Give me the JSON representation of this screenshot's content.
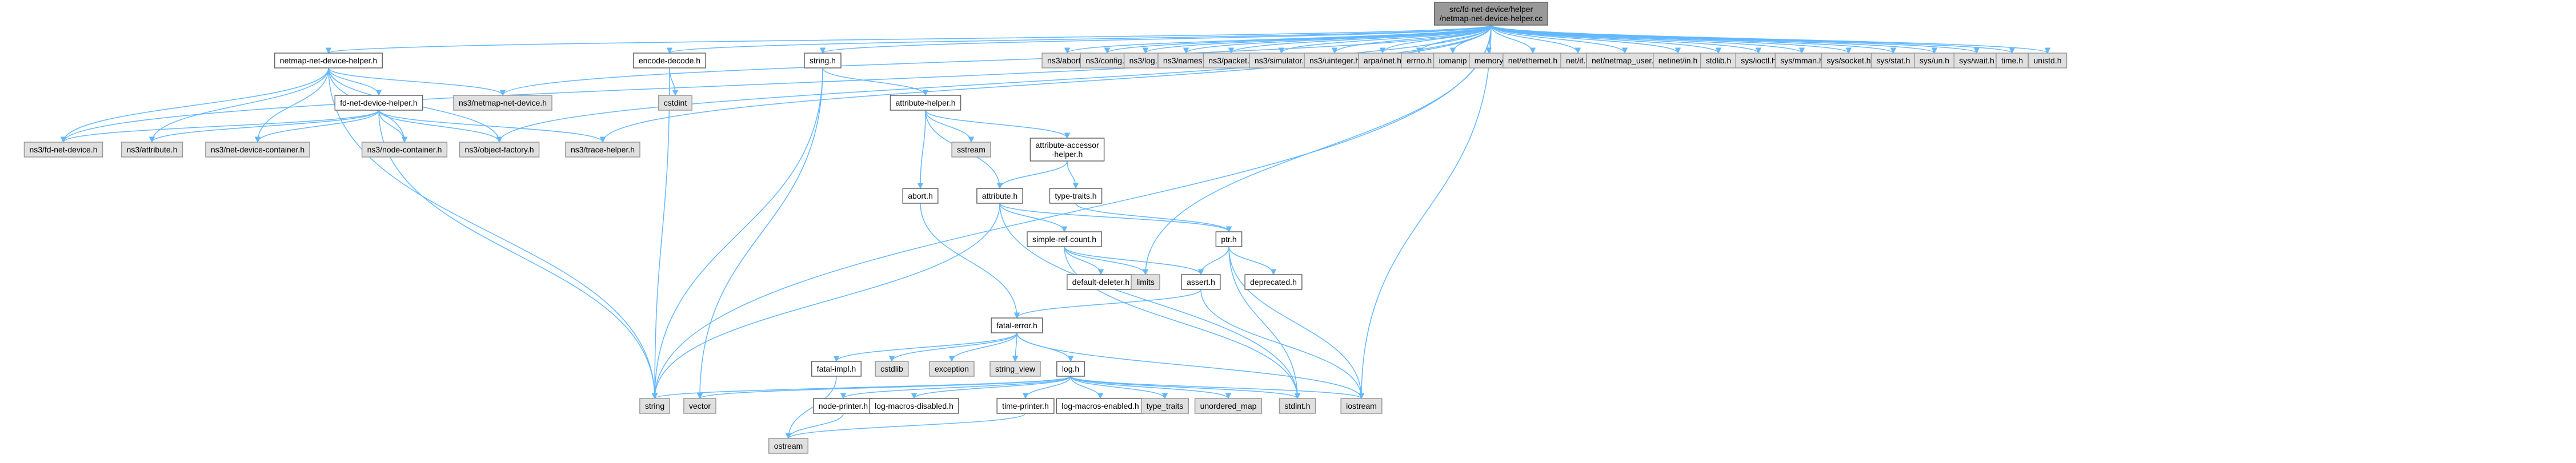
{
  "graph": {
    "title": "",
    "colors": {
      "edge": "#63b8ff",
      "root_fill": "#999999",
      "header_fill": "#e0e0e0",
      "node_fill": "#ffffff",
      "border": "#666666"
    },
    "nodes": [
      {
        "id": "root",
        "label": "src/fd-net-device/helper\n/netmap-net-device-helper.cc",
        "kind": "root"
      },
      {
        "id": "netmap_helper_h",
        "label": "netmap-net-device-helper.h",
        "kind": "file"
      },
      {
        "id": "encode_decode",
        "label": "encode-decode.h",
        "kind": "file"
      },
      {
        "id": "string_h",
        "label": "string.h",
        "kind": "file"
      },
      {
        "id": "ns3_abort",
        "label": "ns3/abort.h",
        "kind": "system"
      },
      {
        "id": "ns3_config",
        "label": "ns3/config.h",
        "kind": "system"
      },
      {
        "id": "ns3_log",
        "label": "ns3/log.h",
        "kind": "system"
      },
      {
        "id": "ns3_names",
        "label": "ns3/names.h",
        "kind": "system"
      },
      {
        "id": "ns3_packet",
        "label": "ns3/packet.h",
        "kind": "system"
      },
      {
        "id": "ns3_simulator",
        "label": "ns3/simulator.h",
        "kind": "system"
      },
      {
        "id": "ns3_uinteger",
        "label": "ns3/uinteger.h",
        "kind": "system"
      },
      {
        "id": "arpa_inet",
        "label": "arpa/inet.h",
        "kind": "system"
      },
      {
        "id": "errno",
        "label": "errno.h",
        "kind": "system"
      },
      {
        "id": "iomanip",
        "label": "iomanip",
        "kind": "system"
      },
      {
        "id": "memory",
        "label": "memory",
        "kind": "system"
      },
      {
        "id": "net_ethernet",
        "label": "net/ethernet.h",
        "kind": "system"
      },
      {
        "id": "net_if",
        "label": "net/if.h",
        "kind": "system"
      },
      {
        "id": "net_netmap_user",
        "label": "net/netmap_user.h",
        "kind": "system"
      },
      {
        "id": "netinet_in",
        "label": "netinet/in.h",
        "kind": "system"
      },
      {
        "id": "stdlib",
        "label": "stdlib.h",
        "kind": "system"
      },
      {
        "id": "sys_ioctl",
        "label": "sys/ioctl.h",
        "kind": "system"
      },
      {
        "id": "sys_mman",
        "label": "sys/mman.h",
        "kind": "system"
      },
      {
        "id": "sys_socket",
        "label": "sys/socket.h",
        "kind": "system"
      },
      {
        "id": "sys_stat",
        "label": "sys/stat.h",
        "kind": "system"
      },
      {
        "id": "sys_un",
        "label": "sys/un.h",
        "kind": "system"
      },
      {
        "id": "sys_wait",
        "label": "sys/wait.h",
        "kind": "system"
      },
      {
        "id": "time_h",
        "label": "time.h",
        "kind": "system"
      },
      {
        "id": "unistd",
        "label": "unistd.h",
        "kind": "system"
      },
      {
        "id": "fd_helper_h",
        "label": "fd-net-device-helper.h",
        "kind": "file"
      },
      {
        "id": "ns3_netmap_nd",
        "label": "ns3/netmap-net-device.h",
        "kind": "system"
      },
      {
        "id": "ns3_fd_nd",
        "label": "ns3/fd-net-device.h",
        "kind": "system"
      },
      {
        "id": "ns3_attribute",
        "label": "ns3/attribute.h",
        "kind": "system"
      },
      {
        "id": "ns3_ndc",
        "label": "ns3/net-device-container.h",
        "kind": "system"
      },
      {
        "id": "ns3_nc",
        "label": "ns3/node-container.h",
        "kind": "system"
      },
      {
        "id": "ns3_of",
        "label": "ns3/object-factory.h",
        "kind": "system"
      },
      {
        "id": "ns3_th",
        "label": "ns3/trace-helper.h",
        "kind": "system"
      },
      {
        "id": "cstdint",
        "label": "cstdint",
        "kind": "system"
      },
      {
        "id": "attribute_helper",
        "label": "attribute-helper.h",
        "kind": "file"
      },
      {
        "id": "sstream",
        "label": "sstream",
        "kind": "system"
      },
      {
        "id": "aah",
        "label": "attribute-accessor\n-helper.h",
        "kind": "file"
      },
      {
        "id": "abort_h",
        "label": "abort.h",
        "kind": "file"
      },
      {
        "id": "attribute_h",
        "label": "attribute.h",
        "kind": "file"
      },
      {
        "id": "type_traits_h",
        "label": "type-traits.h",
        "kind": "file"
      },
      {
        "id": "src",
        "label": "simple-ref-count.h",
        "kind": "file"
      },
      {
        "id": "ptr",
        "label": "ptr.h",
        "kind": "file"
      },
      {
        "id": "default_deleter",
        "label": "default-deleter.h",
        "kind": "file"
      },
      {
        "id": "limits",
        "label": "limits",
        "kind": "system"
      },
      {
        "id": "assert_h",
        "label": "assert.h",
        "kind": "file"
      },
      {
        "id": "deprecated",
        "label": "deprecated.h",
        "kind": "file"
      },
      {
        "id": "fatal_error",
        "label": "fatal-error.h",
        "kind": "file"
      },
      {
        "id": "fatal_impl",
        "label": "fatal-impl.h",
        "kind": "file"
      },
      {
        "id": "cstdlib",
        "label": "cstdlib",
        "kind": "system"
      },
      {
        "id": "exception",
        "label": "exception",
        "kind": "system"
      },
      {
        "id": "string_view",
        "label": "string_view",
        "kind": "system"
      },
      {
        "id": "log_h",
        "label": "log.h",
        "kind": "file"
      },
      {
        "id": "string_std",
        "label": "string",
        "kind": "system"
      },
      {
        "id": "vector",
        "label": "vector",
        "kind": "system"
      },
      {
        "id": "node_printer",
        "label": "node-printer.h",
        "kind": "file"
      },
      {
        "id": "lmd",
        "label": "log-macros-disabled.h",
        "kind": "file"
      },
      {
        "id": "time_printer",
        "label": "time-printer.h",
        "kind": "file"
      },
      {
        "id": "lme",
        "label": "log-macros-enabled.h",
        "kind": "file"
      },
      {
        "id": "type_traits",
        "label": "type_traits",
        "kind": "system"
      },
      {
        "id": "unordered_map",
        "label": "unordered_map",
        "kind": "system"
      },
      {
        "id": "stdint",
        "label": "stdint.h",
        "kind": "system"
      },
      {
        "id": "iostream",
        "label": "iostream",
        "kind": "system"
      },
      {
        "id": "ostream",
        "label": "ostream",
        "kind": "system"
      }
    ],
    "edges": [
      [
        "root",
        "netmap_helper_h"
      ],
      [
        "root",
        "encode_decode"
      ],
      [
        "root",
        "string_h"
      ],
      [
        "root",
        "ns3_abort"
      ],
      [
        "root",
        "ns3_config"
      ],
      [
        "root",
        "ns3_log"
      ],
      [
        "root",
        "ns3_names"
      ],
      [
        "root",
        "ns3_packet"
      ],
      [
        "root",
        "ns3_simulator"
      ],
      [
        "root",
        "ns3_uinteger"
      ],
      [
        "root",
        "arpa_inet"
      ],
      [
        "root",
        "errno"
      ],
      [
        "root",
        "iomanip"
      ],
      [
        "root",
        "memory"
      ],
      [
        "root",
        "net_ethernet"
      ],
      [
        "root",
        "net_if"
      ],
      [
        "root",
        "net_netmap_user"
      ],
      [
        "root",
        "netinet_in"
      ],
      [
        "root",
        "stdlib"
      ],
      [
        "root",
        "sys_ioctl"
      ],
      [
        "root",
        "sys_mman"
      ],
      [
        "root",
        "sys_socket"
      ],
      [
        "root",
        "sys_stat"
      ],
      [
        "root",
        "sys_un"
      ],
      [
        "root",
        "sys_wait"
      ],
      [
        "root",
        "time_h"
      ],
      [
        "root",
        "unistd"
      ],
      [
        "root",
        "ns3_netmap_nd"
      ],
      [
        "root",
        "ns3_of"
      ],
      [
        "root",
        "ns3_th"
      ],
      [
        "root",
        "ns3_fd_nd"
      ],
      [
        "root",
        "string_std"
      ],
      [
        "root",
        "limits"
      ],
      [
        "root",
        "iostream"
      ],
      [
        "netmap_helper_h",
        "fd_helper_h"
      ],
      [
        "netmap_helper_h",
        "ns3_netmap_nd"
      ],
      [
        "netmap_helper_h",
        "ns3_fd_nd"
      ],
      [
        "netmap_helper_h",
        "ns3_attribute"
      ],
      [
        "netmap_helper_h",
        "ns3_ndc"
      ],
      [
        "netmap_helper_h",
        "ns3_nc"
      ],
      [
        "netmap_helper_h",
        "ns3_of"
      ],
      [
        "netmap_helper_h",
        "string_std"
      ],
      [
        "fd_helper_h",
        "ns3_fd_nd"
      ],
      [
        "fd_helper_h",
        "ns3_attribute"
      ],
      [
        "fd_helper_h",
        "ns3_ndc"
      ],
      [
        "fd_helper_h",
        "ns3_nc"
      ],
      [
        "fd_helper_h",
        "ns3_of"
      ],
      [
        "fd_helper_h",
        "ns3_th"
      ],
      [
        "fd_helper_h",
        "string_std"
      ],
      [
        "encode_decode",
        "cstdint"
      ],
      [
        "encode_decode",
        "string_std"
      ],
      [
        "string_h",
        "attribute_helper"
      ],
      [
        "string_h",
        "string_std"
      ],
      [
        "string_h",
        "vector"
      ],
      [
        "attribute_helper",
        "aah"
      ],
      [
        "attribute_helper",
        "abort_h"
      ],
      [
        "attribute_helper",
        "attribute_h"
      ],
      [
        "attribute_helper",
        "sstream"
      ],
      [
        "aah",
        "attribute_h"
      ],
      [
        "aah",
        "type_traits_h"
      ],
      [
        "abort_h",
        "fatal_error"
      ],
      [
        "attribute_h",
        "ptr"
      ],
      [
        "attribute_h",
        "src"
      ],
      [
        "attribute_h",
        "string_std"
      ],
      [
        "attribute_h",
        "stdint"
      ],
      [
        "type_traits_h",
        "ptr"
      ],
      [
        "src",
        "default_deleter"
      ],
      [
        "src",
        "limits"
      ],
      [
        "src",
        "assert_h"
      ],
      [
        "src",
        "stdint"
      ],
      [
        "ptr",
        "assert_h"
      ],
      [
        "ptr",
        "deprecated"
      ],
      [
        "ptr",
        "iostream"
      ],
      [
        "ptr",
        "stdint"
      ],
      [
        "assert_h",
        "fatal_error"
      ],
      [
        "assert_h",
        "iostream"
      ],
      [
        "fatal_error",
        "fatal_impl"
      ],
      [
        "fatal_error",
        "cstdlib"
      ],
      [
        "fatal_error",
        "exception"
      ],
      [
        "fatal_error",
        "string_view"
      ],
      [
        "fatal_error",
        "log_h"
      ],
      [
        "fatal_error",
        "iostream"
      ],
      [
        "fatal_impl",
        "ostream"
      ],
      [
        "log_h",
        "node_printer"
      ],
      [
        "log_h",
        "lmd"
      ],
      [
        "log_h",
        "time_printer"
      ],
      [
        "log_h",
        "lme"
      ],
      [
        "log_h",
        "type_traits"
      ],
      [
        "log_h",
        "unordered_map"
      ],
      [
        "log_h",
        "stdint"
      ],
      [
        "log_h",
        "iostream"
      ],
      [
        "log_h",
        "string_std"
      ],
      [
        "log_h",
        "vector"
      ],
      [
        "node_printer",
        "ostream"
      ],
      [
        "time_printer",
        "ostream"
      ]
    ]
  }
}
